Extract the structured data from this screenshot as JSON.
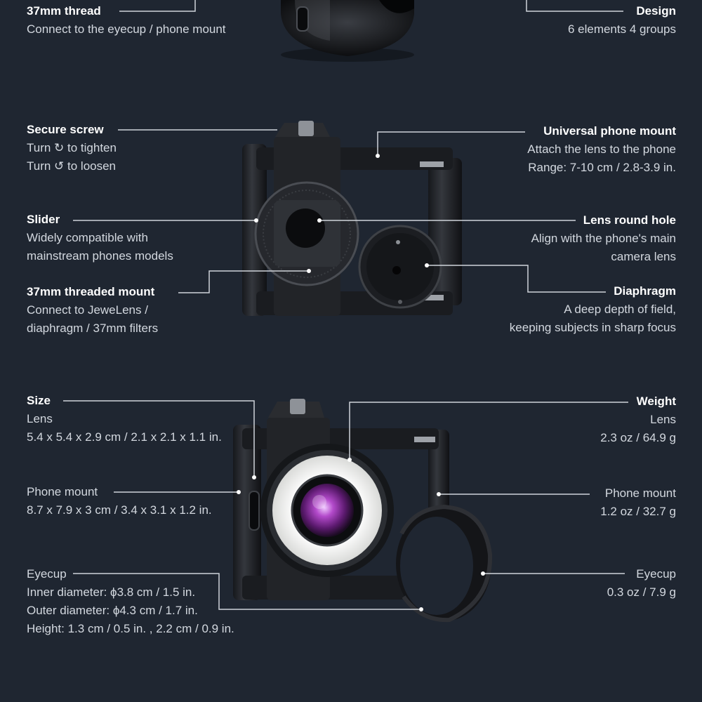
{
  "colors": {
    "background": "#1f2631",
    "text": "#d3d8df",
    "title": "#ffffff",
    "leader_line": "#cfd4da",
    "ring_light": "#f2f2f0",
    "lens_glass": "#a035b8"
  },
  "callouts": {
    "thread": {
      "title": "37mm thread",
      "lines": [
        "Connect to the eyecup / phone mount"
      ]
    },
    "design": {
      "title": "Design",
      "lines": [
        "6 elements 4 groups"
      ]
    },
    "screw": {
      "title": "Secure screw",
      "lines": [
        "Turn ↻ to tighten",
        "Turn ↺ to loosen"
      ]
    },
    "mount": {
      "title": "Universal phone mount",
      "lines": [
        "Attach the lens to the phone",
        "Range: 7-10 cm / 2.8-3.9 in."
      ]
    },
    "slider": {
      "title": "Slider",
      "lines": [
        "Widely compatible with",
        "mainstream phones models"
      ]
    },
    "hole": {
      "title": "Lens round hole",
      "lines": [
        "Align with the phone's main",
        "camera lens"
      ]
    },
    "threaded_mount": {
      "title": "37mm threaded mount",
      "lines": [
        "Connect to JeweLens /",
        "diaphragm / 37mm filters"
      ]
    },
    "diaphragm": {
      "title": "Diaphragm",
      "lines": [
        "A deep depth of field,",
        "keeping subjects in sharp focus"
      ]
    },
    "size": {
      "title": "Size",
      "lines": [
        "Lens",
        "5.4 x 5.4 x 2.9 cm / 2.1 x 2.1 x 1.1 in."
      ]
    },
    "weight": {
      "title": "Weight",
      "lines": [
        "Lens",
        "2.3 oz / 64.9 g"
      ]
    },
    "phone_size": {
      "lines": [
        "Phone mount",
        "8.7 x 7.9 x 3 cm / 3.4 x 3.1 x 1.2 in."
      ]
    },
    "phone_weight": {
      "lines": [
        "Phone mount",
        "1.2 oz / 32.7 g"
      ]
    },
    "eyecup_size": {
      "lines": [
        "Eyecup",
        "Inner diameter: ϕ3.8 cm / 1.5 in.",
        "Outer diameter: ϕ4.3 cm / 1.7 in.",
        "Height: 1.3 cm / 0.5 in. , 2.2 cm / 0.9 in."
      ]
    },
    "eyecup_weight": {
      "lines": [
        "Eyecup",
        "0.3 oz / 7.9 g"
      ]
    }
  }
}
